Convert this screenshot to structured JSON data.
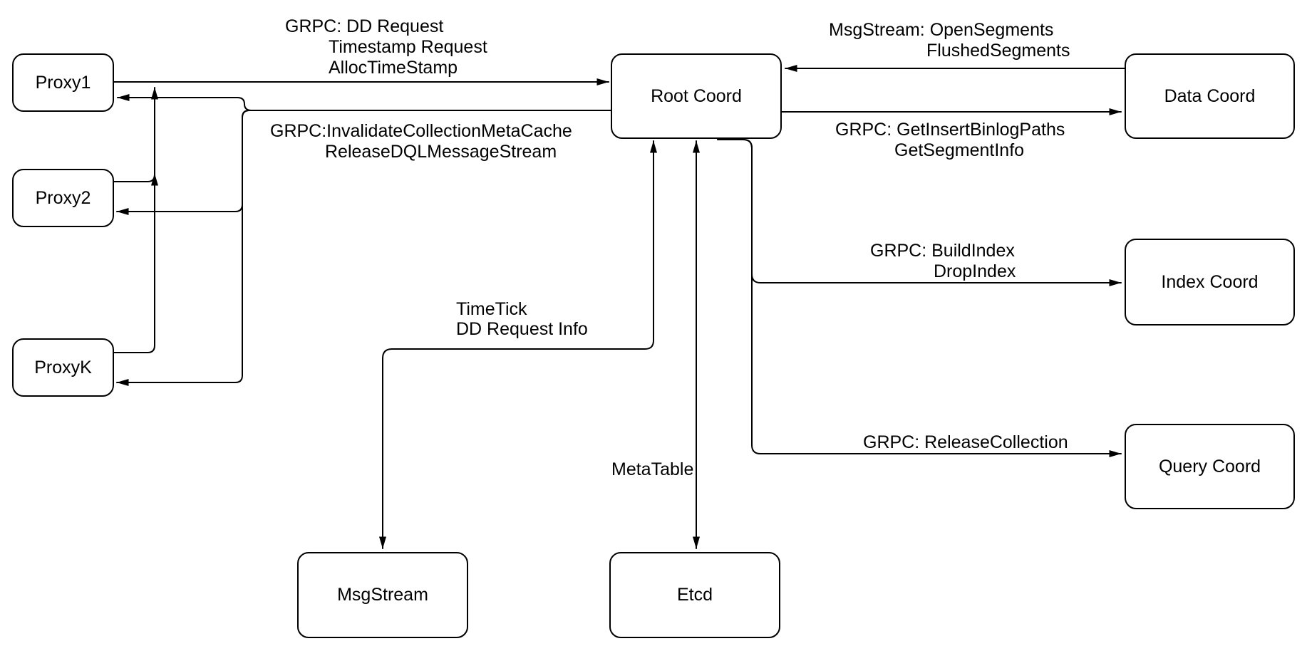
{
  "diagram_type": "architecture-flowchart",
  "colors": {
    "stroke": "#000000",
    "node_fill": "#ffffff",
    "background": "#ffffff"
  },
  "nodes": {
    "proxy1": {
      "label": "Proxy1"
    },
    "proxy2": {
      "label": "Proxy2"
    },
    "proxyk": {
      "label": "ProxyK"
    },
    "root_coord": {
      "label": "Root Coord"
    },
    "data_coord": {
      "label": "Data Coord"
    },
    "index_coord": {
      "label": "Index Coord"
    },
    "query_coord": {
      "label": "Query Coord"
    },
    "msg_stream": {
      "label": "MsgStream"
    },
    "etcd": {
      "label": "Etcd"
    }
  },
  "edge_labels": {
    "dd_line1": "GRPC: DD Request",
    "dd_line2": "Timestamp Request",
    "dd_line3": "AllocTimeStamp",
    "invalidate_line1": "GRPC:InvalidateCollectionMetaCache",
    "invalidate_line2": "ReleaseDQLMessageStream",
    "open_segments_line1": "MsgStream: OpenSegments",
    "open_segments_line2": "FlushedSegments",
    "binlog_line1": "GRPC: GetInsertBinlogPaths",
    "binlog_line2": "GetSegmentInfo",
    "build_index_line1": "GRPC: BuildIndex",
    "build_index_line2": "DropIndex",
    "release_collection": "GRPC: ReleaseCollection",
    "timetick_line1": "TimeTick",
    "timetick_line2": "DD Request Info",
    "meta_table": "MetaTable"
  },
  "edges": [
    {
      "from": "Proxy1",
      "to": "Root Coord",
      "direction": "one-way",
      "label": "GRPC: DD Request / Timestamp Request / AllocTimeStamp"
    },
    {
      "from": "Proxy2",
      "to": "Root Coord",
      "direction": "one-way",
      "label": "joins Proxy1 request line"
    },
    {
      "from": "ProxyK",
      "to": "Root Coord",
      "direction": "one-way",
      "label": "joins Proxy1 request line"
    },
    {
      "from": "Root Coord",
      "to": "Proxy1",
      "direction": "one-way",
      "label": "GRPC:InvalidateCollectionMetaCache / ReleaseDQLMessageStream"
    },
    {
      "from": "Root Coord",
      "to": "Proxy2",
      "direction": "one-way",
      "label": "GRPC:InvalidateCollectionMetaCache / ReleaseDQLMessageStream"
    },
    {
      "from": "Root Coord",
      "to": "ProxyK",
      "direction": "one-way",
      "label": "GRPC:InvalidateCollectionMetaCache / ReleaseDQLMessageStream"
    },
    {
      "from": "Data Coord",
      "to": "Root Coord",
      "direction": "one-way",
      "label": "MsgStream: OpenSegments / FlushedSegments"
    },
    {
      "from": "Root Coord",
      "to": "Data Coord",
      "direction": "one-way",
      "label": "GRPC: GetInsertBinlogPaths / GetSegmentInfo"
    },
    {
      "from": "Root Coord",
      "to": "Index Coord",
      "direction": "one-way",
      "label": "GRPC: BuildIndex / DropIndex"
    },
    {
      "from": "Root Coord",
      "to": "Query Coord",
      "direction": "one-way",
      "label": "GRPC: ReleaseCollection"
    },
    {
      "from": "Root Coord",
      "to": "MsgStream",
      "direction": "two-way",
      "label": "TimeTick / DD Request Info"
    },
    {
      "from": "Root Coord",
      "to": "Etcd",
      "direction": "two-way",
      "label": "MetaTable"
    }
  ]
}
